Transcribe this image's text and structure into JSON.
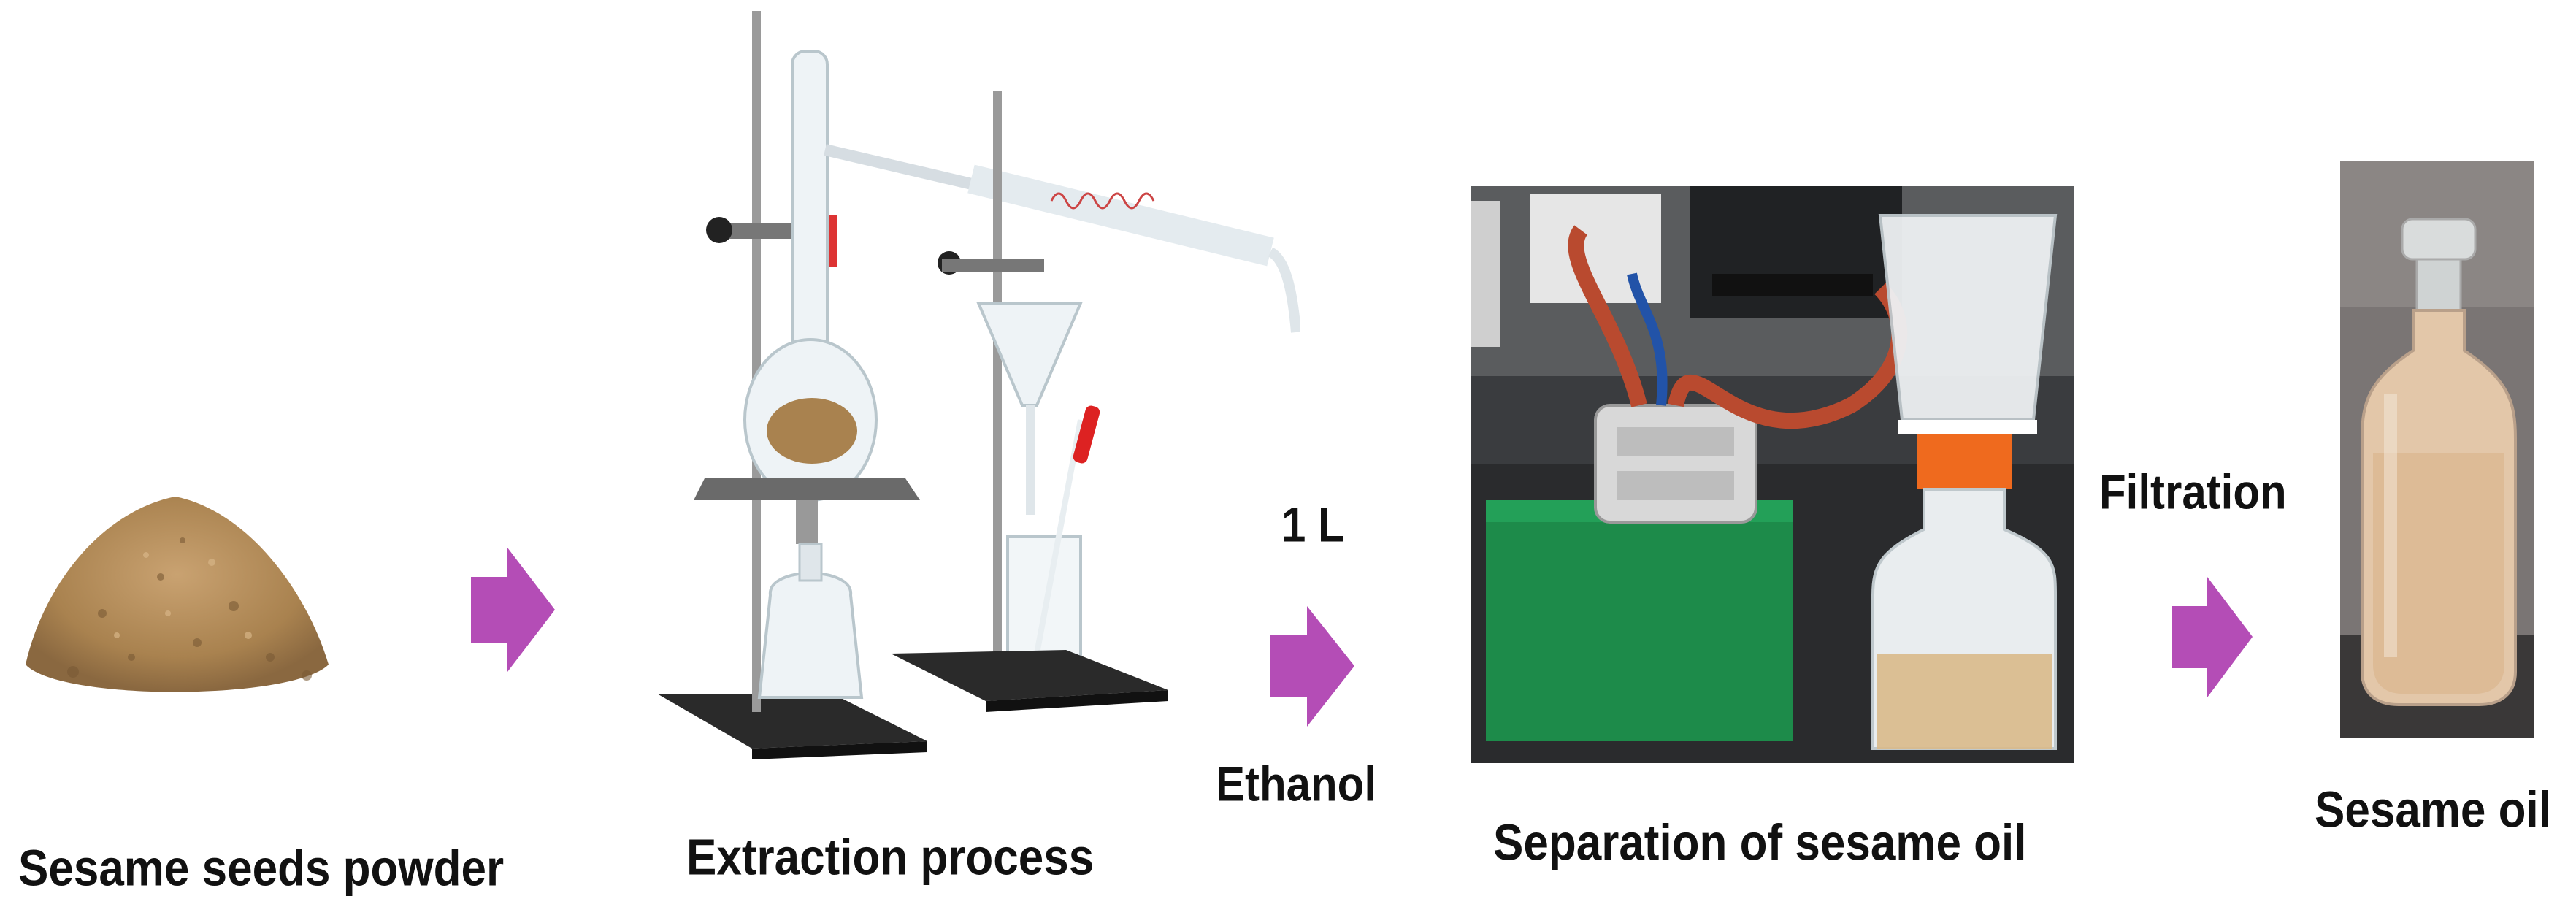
{
  "steps": [
    {
      "label": "Sesame seeds powder"
    },
    {
      "label": "Extraction process"
    },
    {
      "label": "Separation of sesame oil"
    },
    {
      "label": "Sesame oil"
    }
  ],
  "transitions": [
    {
      "top": "",
      "bottom": ""
    },
    {
      "top": "1 L",
      "bottom": "Ethanol"
    },
    {
      "top": "Filtration",
      "bottom": ""
    }
  ],
  "colors": {
    "arrow": "#b44db6",
    "powder": "#b08a5a",
    "powder_dark": "#8c6a40",
    "pump_green": "#1d8b4a",
    "tube_red": "#b94a2f",
    "bottle_cap": "#ef6a1e",
    "oil": "#d9b98a"
  },
  "icons": [
    "sesame-powder-icon",
    "distillation-apparatus-icon",
    "vacuum-filtration-photo-icon",
    "sesame-oil-bottle-icon",
    "process-arrow-icon"
  ]
}
